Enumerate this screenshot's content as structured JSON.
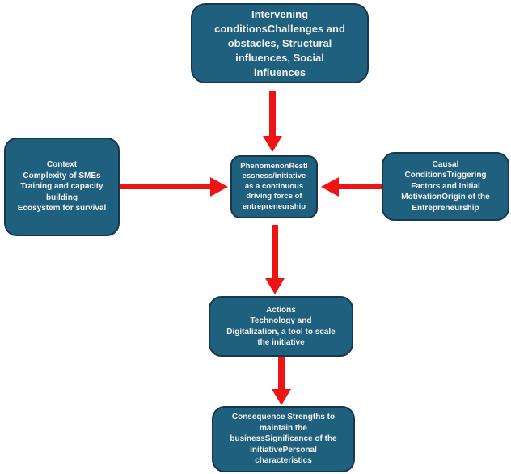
{
  "colors": {
    "background": "#ffffff",
    "node_fill": "#20607f",
    "node_border": "#16384e",
    "node_text": "#f2f2f2",
    "arrow": "#ee1414"
  },
  "nodes": {
    "intervening": {
      "text": "Intervening\nconditionsChallenges and\nobstacles, Structural\ninfluences, Social\ninfluences"
    },
    "context": {
      "text": "Context\nComplexity of SMEs\nTraining and capacity\nbuilding\nEcosystem for survival"
    },
    "phenomenon": {
      "text": "PhenomenonRestl\nessness/initiative\nas a continuous\ndriving force of\nentrepreneurship"
    },
    "causal": {
      "text": "Causal\nConditionsTriggering\nFactors and Initial\nMotivationOrigin of the\nEntrepreneurship"
    },
    "actions": {
      "text": "Actions\nTechnology and\nDigitalization, a tool to scale\nthe initiative"
    },
    "consequence": {
      "text": "Consequence Strengths to\nmaintain the\nbusinessSignificance of the\ninitiativePersonal\ncharacteristics"
    }
  },
  "arrows": [
    {
      "from": "intervening",
      "to": "phenomenon",
      "direction": "down"
    },
    {
      "from": "context",
      "to": "phenomenon",
      "direction": "right"
    },
    {
      "from": "causal",
      "to": "phenomenon",
      "direction": "left"
    },
    {
      "from": "phenomenon",
      "to": "actions",
      "direction": "down"
    },
    {
      "from": "actions",
      "to": "consequence",
      "direction": "down"
    }
  ]
}
